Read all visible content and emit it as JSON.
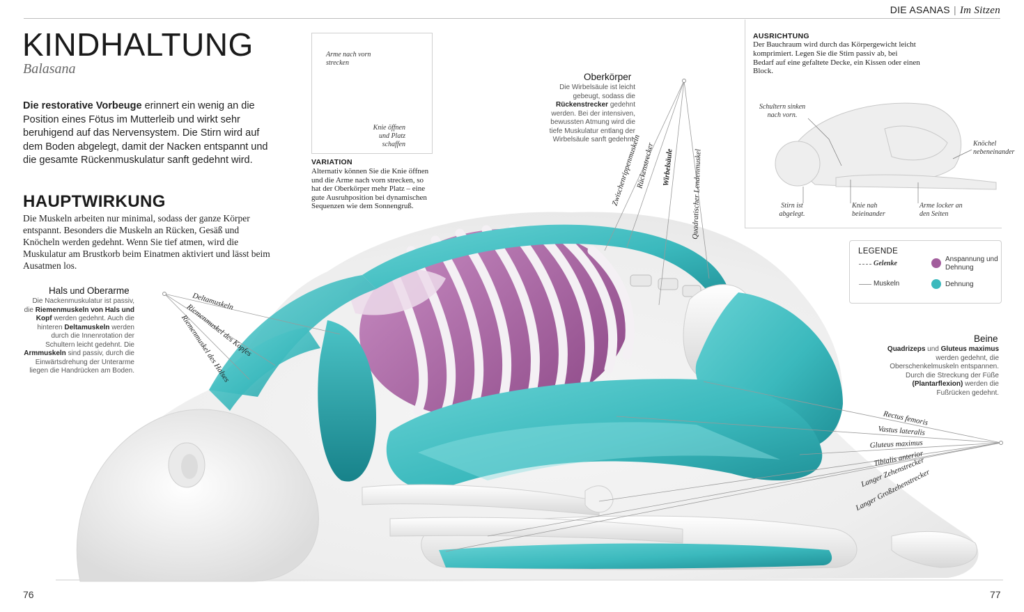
{
  "header": {
    "section": "DIE ASANAS",
    "subsection": "Im Sitzen"
  },
  "title": "KINDHALTUNG",
  "subtitle": "Balasana",
  "intro": {
    "lead": "Die restorative Vorbeuge",
    "text": " erinnert ein wenig an die Position eines Fötus im Mutterleib und wirkt sehr beruhigend auf das Nervensystem. Die Stirn wird auf dem Boden abgelegt, damit der Nacken entspannt und die gesamte Rückenmuskulatur sanft gedehnt wird."
  },
  "main_effect": {
    "heading": "HAUPTWIRKUNG",
    "text": "Die Muskeln arbeiten nur minimal, sodass der ganze Körper entspannt. Besonders die Muskeln an Rücken, Gesäß und Knöcheln werden gedehnt. Wenn Sie tief atmen, wird die Muskulatur am Brustkorb beim Einatmen aktiviert und lässt beim Ausatmen los."
  },
  "variation": {
    "label_arms": "Arme nach vorn strecken",
    "label_knees": "Knie öffnen und Platz schaffen",
    "heading": "VARIATION",
    "text": "Alternativ können Sie die Knie öffnen und die Arme nach vorn strecken, so hat der Oberkörper mehr Platz – eine gute Ausruhposition bei dynamischen Sequenzen wie dem Sonnengruß."
  },
  "alignment": {
    "heading": "AUSRICHTUNG",
    "text": "Der Bauchraum wird durch das Körpergewicht leicht komprimiert. Legen Sie die Stirn passiv ab, bei Bedarf auf eine gefaltete Decke, ein Kissen oder einen Block.",
    "label_shoulders": "Schultern sinken nach vorn.",
    "label_ankles": "Knöchel nebeneinander",
    "label_forehead": "Stirn ist abgelegt.",
    "label_knees": "Knie nah beieinander",
    "label_arms": "Arme locker an den Seiten"
  },
  "legend": {
    "title": "LEGENDE",
    "joints": "Gelenke",
    "muscles": "Muskeln",
    "tension": "Anspannung und Dehnung",
    "stretch": "Dehnung",
    "colors": {
      "tension": "#a25d9c",
      "stretch": "#3bb9bd"
    }
  },
  "callouts": {
    "neck": {
      "title_a": "Hals",
      "title_b": " und ",
      "title_c": "Oberarme",
      "p1": "Die Nackenmuskulatur ist passiv, die ",
      "b1": "Riemenmuskeln von Hals und Kopf",
      "p2": " werden gedehnt. Auch die hinteren ",
      "b2": "Deltamuskeln",
      "p3": " werden durch die Innenrotation der Schultern leicht gedehnt. Die ",
      "b3": "Armmuskeln",
      "p4": " sind passiv, durch die Einwärtsdrehung der Unterarme liegen die Handrücken am Boden."
    },
    "torso": {
      "title": "Oberkörper",
      "p1": "Die Wirbelsäule ist leicht gebeugt, sodass die ",
      "b1": "Rückenstrecker",
      "p2": " gedehnt werden. Bei der intensiven, bewussten Atmung wird die tiefe Muskulatur entlang der Wirbelsäule sanft gedehnt."
    },
    "legs": {
      "title": "Beine",
      "b1": "Quadrizeps",
      "p1": " und ",
      "b2": "Gluteus maximus",
      "p2": " werden gedehnt, die Oberschenkelmuskeln entspannen. Durch die Streckung der Füße ",
      "b3": "(Plantarflexion)",
      "p3": " werden die Fußrücken gedehnt."
    }
  },
  "labels": {
    "neck": [
      "Deltamuskeln",
      "Riemenmuskel des Kopfes",
      "Riemenmuskel des Halses"
    ],
    "torso": [
      "Zwischenrippenmuskeln",
      "Rückenstrecker",
      "Wirbelsäule",
      "Quadratischer Lendenmuskel"
    ],
    "legs": [
      "Rectus femoris",
      "Vastus lateralis",
      "Gluteus maximus",
      "Tibialis anterior",
      "Langer Zehenstrecker",
      "Langer Großzehenstrecker"
    ]
  },
  "page_numbers": {
    "left": "76",
    "right": "77"
  }
}
